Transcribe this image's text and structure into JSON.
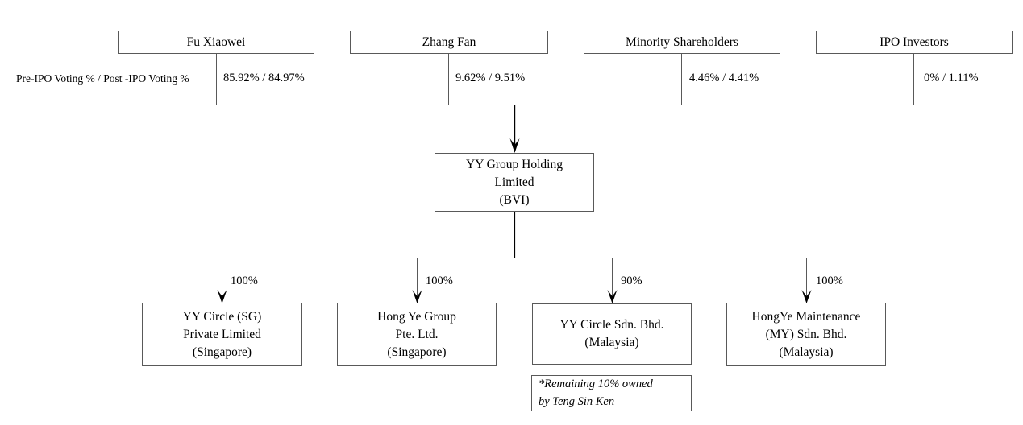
{
  "diagram": {
    "title": "YY Group Holding Limited corporate structure",
    "line_color": "#595959",
    "arrow_color": "#000000",
    "background": "#ffffff"
  },
  "voting_row": {
    "label": "Pre-IPO Voting % / Post  -IPO Voting %"
  },
  "shareholders": [
    {
      "name": "Fu Xiaowei",
      "voting": "85.92% / 84.97%"
    },
    {
      "name": "Zhang Fan",
      "voting": "9.62% / 9.51%"
    },
    {
      "name": "Minority Shareholders",
      "voting": "4.46% / 4.41%"
    },
    {
      "name": "IPO Investors",
      "voting": "0% / 1.11%"
    }
  ],
  "holding": {
    "line1": "YY Group Holding",
    "line2": "Limited",
    "line3": "(BVI)"
  },
  "subsidiaries": [
    {
      "ownership": "100%",
      "line1": "YY Circle (SG)",
      "line2": "Private Limited",
      "line3": "(Singapore)"
    },
    {
      "ownership": "100%",
      "line1": "Hong Ye Group",
      "line2": "Pte. Ltd.",
      "line3": "(Singapore)"
    },
    {
      "ownership": "90%",
      "line1": "YY Circle Sdn. Bhd.",
      "line2": "(Malaysia)",
      "line3": ""
    },
    {
      "ownership": "100%",
      "line1": "HongYe Maintenance",
      "line2": "(MY) Sdn. Bhd.",
      "line3": "(Malaysia)"
    }
  ],
  "footnote": {
    "line1": "*Remaining 10% owned",
    "line2": "by Teng Sin Ken"
  }
}
